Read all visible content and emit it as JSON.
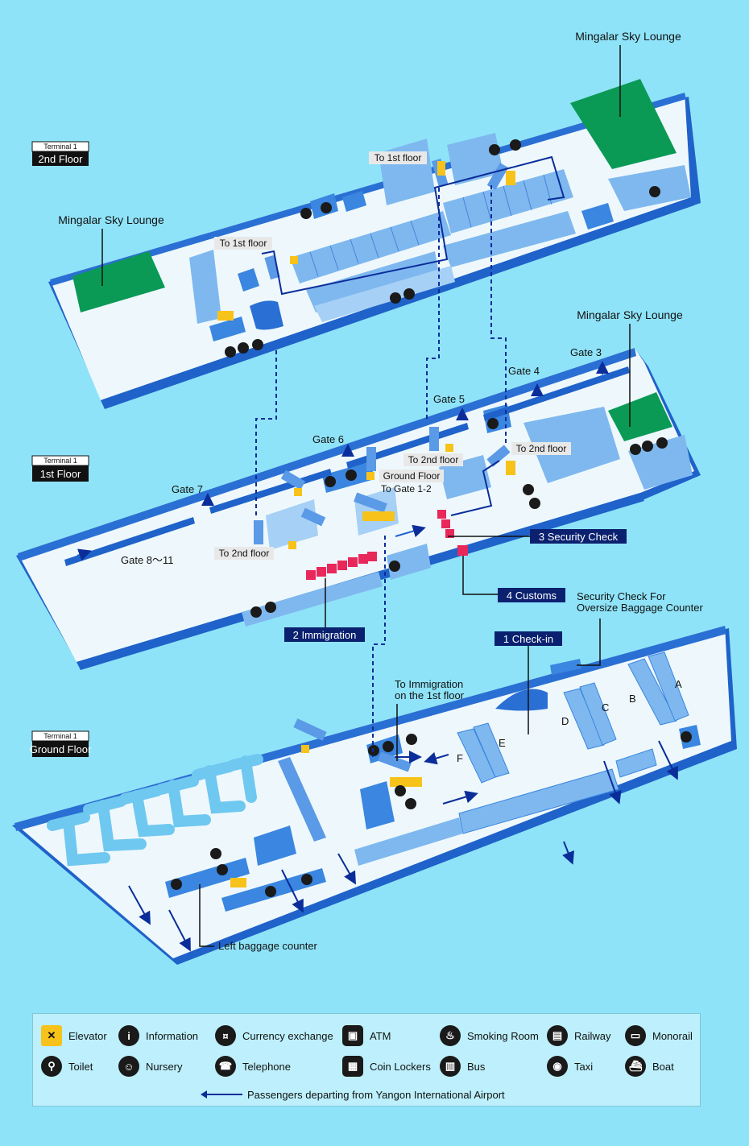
{
  "floors": {
    "second": {
      "terminal": "Terminal 1",
      "name": "2nd Floor"
    },
    "first": {
      "terminal": "Terminal 1",
      "name": "1st Floor"
    },
    "ground": {
      "terminal": "Terminal 1",
      "name": "Ground Floor"
    }
  },
  "labels": {
    "lounge_top": "Mingalar Sky Lounge",
    "lounge_left": "Mingalar Sky Lounge",
    "lounge_mid": "Mingalar Sky Lounge",
    "to_1st_floor_a": "To 1st floor",
    "to_1st_floor_b": "To 1st floor",
    "to_2nd_floor_a": "To 2nd floor",
    "to_2nd_floor_b": "To 2nd floor",
    "to_2nd_floor_c": "To 2nd floor",
    "ground_floor": "Ground Floor",
    "to_gate_1_2": "To Gate 1-2",
    "gate3": "Gate 3",
    "gate4": "Gate 4",
    "gate5": "Gate 5",
    "gate6": "Gate 6",
    "gate7": "Gate 7",
    "gate8_11": "Gate 8～11",
    "security_check": "3 Security Check",
    "customs": "4 Customs",
    "immigration": "2 Immigration",
    "check_in": "1 Check-in",
    "oversize_line1": "Security Check For",
    "oversize_line2": "Oversize Baggage Counter",
    "to_immigration_line1": "To Immigration",
    "to_immigration_line2": "on the 1st floor",
    "counter_a": "A",
    "counter_b": "B",
    "counter_c": "C",
    "counter_d": "D",
    "counter_e": "E",
    "counter_f": "F",
    "left_baggage": "Left baggage counter"
  },
  "legend": {
    "items": [
      {
        "icon": "elevator-icon",
        "label": "Elevator"
      },
      {
        "icon": "information-icon",
        "label": "Information"
      },
      {
        "icon": "currency-exchange-icon",
        "label": "Currency exchange"
      },
      {
        "icon": "atm-icon",
        "label": "ATM"
      },
      {
        "icon": "smoking-room-icon",
        "label": "Smoking Room"
      },
      {
        "icon": "railway-icon",
        "label": "Railway"
      },
      {
        "icon": "monorail-icon",
        "label": "Monorail"
      },
      {
        "icon": "toilet-icon",
        "label": "Toilet"
      },
      {
        "icon": "nursery-icon",
        "label": "Nursery"
      },
      {
        "icon": "telephone-icon",
        "label": "Telephone"
      },
      {
        "icon": "coin-lockers-icon",
        "label": "Coin Lockers"
      },
      {
        "icon": "bus-icon",
        "label": "Bus"
      },
      {
        "icon": "taxi-icon",
        "label": "Taxi"
      },
      {
        "icon": "boat-icon",
        "label": "Boat"
      }
    ],
    "route_note": "Passengers departing from Yangon International Airport"
  },
  "colors": {
    "background": "#8fe3f8",
    "floor": "#eef8fc",
    "wall": "#1f62c9",
    "room": "#7fb8ef",
    "lounge": "#0a9a55",
    "route": "#0b2d9a",
    "checkpoint": "#e8285a",
    "elevator": "#f7c21a",
    "nav_label": "#0b2170"
  }
}
